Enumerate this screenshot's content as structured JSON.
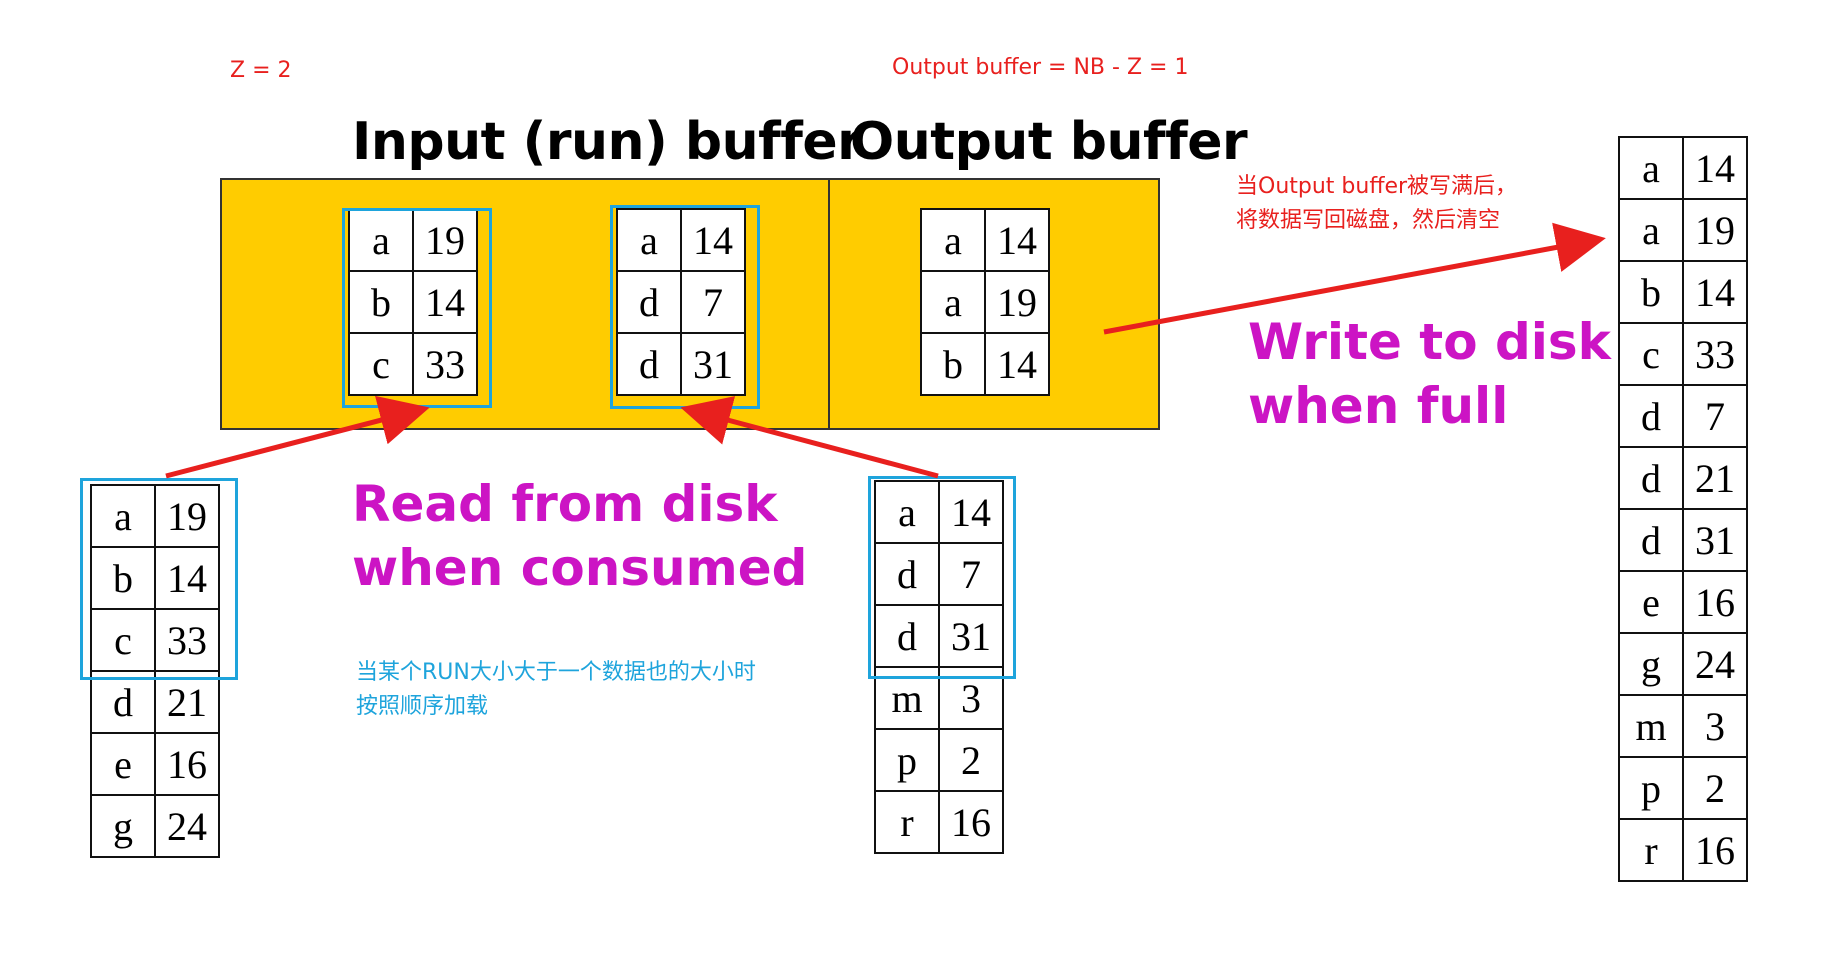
{
  "notes": {
    "z_label": "Z = 2",
    "output_formula": "Output buffer = NB - Z = 1"
  },
  "titles": {
    "input_buffer": "Input (run) buffer",
    "output_buffer": "Output buffer"
  },
  "labels": {
    "read_line1": "Read from disk",
    "read_line2": "when consumed",
    "write_line1": "Write to disk",
    "write_line2": "when full",
    "cn_load_line1": "当某个RUN大小大于一个数据也的大小时",
    "cn_load_line2": "按照顺序加载",
    "cn_write_line1": "当Output buffer被写满后，",
    "cn_write_line2": "将数据写回磁盘，然后清空"
  },
  "colors": {
    "buffer_fill": "#ffcc00",
    "highlight_frame": "#1ea4dc",
    "arrow": "#e8201e",
    "magenta_text": "#cc14c4"
  },
  "tables": {
    "input_run1": [
      [
        "a",
        "19"
      ],
      [
        "b",
        "14"
      ],
      [
        "c",
        "33"
      ]
    ],
    "input_run2": [
      [
        "a",
        "14"
      ],
      [
        "d",
        "7"
      ],
      [
        "d",
        "31"
      ]
    ],
    "output_buf": [
      [
        "a",
        "14"
      ],
      [
        "a",
        "19"
      ],
      [
        "b",
        "14"
      ]
    ],
    "disk_run1": [
      [
        "a",
        "19"
      ],
      [
        "b",
        "14"
      ],
      [
        "c",
        "33"
      ],
      [
        "d",
        "21"
      ],
      [
        "e",
        "16"
      ],
      [
        "g",
        "24"
      ]
    ],
    "disk_run2": [
      [
        "a",
        "14"
      ],
      [
        "d",
        "7"
      ],
      [
        "d",
        "31"
      ],
      [
        "m",
        "3"
      ],
      [
        "p",
        "2"
      ],
      [
        "r",
        "16"
      ]
    ],
    "disk_output": [
      [
        "a",
        "14"
      ],
      [
        "a",
        "19"
      ],
      [
        "b",
        "14"
      ],
      [
        "c",
        "33"
      ],
      [
        "d",
        "7"
      ],
      [
        "d",
        "21"
      ],
      [
        "d",
        "31"
      ],
      [
        "e",
        "16"
      ],
      [
        "g",
        "24"
      ],
      [
        "m",
        "3"
      ],
      [
        "p",
        "2"
      ],
      [
        "r",
        "16"
      ]
    ]
  }
}
